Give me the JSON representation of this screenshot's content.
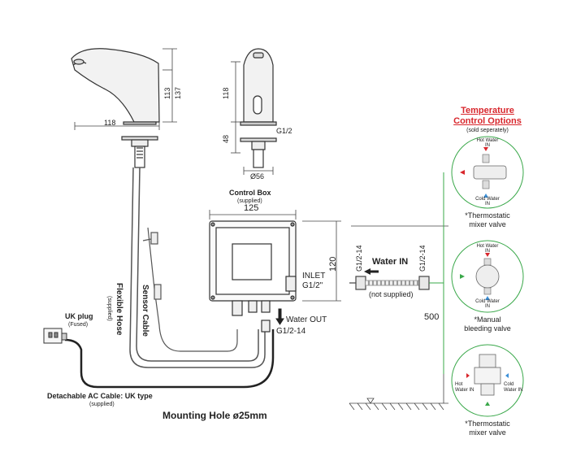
{
  "faucet": {
    "width_dim": "118",
    "height_dim_a": "113",
    "height_dim_b": "137",
    "side_dim_a": "118",
    "side_dim_b": "48",
    "thread": "G1/2",
    "diameter": "Ø56"
  },
  "control_box": {
    "title": "Control Box",
    "subtitle": "(supplied)",
    "width_dim": "125",
    "height_dim": "120",
    "inlet_line1": "INLET",
    "inlet_line2": "G1/2\"",
    "water_out": "Water OUT",
    "water_out_thread": "G1/2-14"
  },
  "water_in": {
    "label": "Water IN",
    "note": "(not supplied)",
    "thread_left": "G1/2-14",
    "thread_right": "G1/2-14",
    "height_dim": "500"
  },
  "cables": {
    "flexible_hose": "Flexible Hose",
    "flexible_hose_note": "(supplied)",
    "sensor_cable": "Sensor Cable",
    "uk_plug": "UK plug",
    "uk_plug_note": "(Fused)",
    "ac_cable": "Detachable AC Cable: UK type",
    "ac_cable_note": "(supplied)",
    "mounting_hole": "Mounting Hole ø25mm"
  },
  "temperature": {
    "title_line1": "Temperature",
    "title_line2": "Control Options",
    "note": "(sold seperately)",
    "options": [
      {
        "caption_line1": "*Thermostatic",
        "caption_line2": "mixer valve",
        "top": "Hot Water",
        "top2": "IN",
        "bottom": "Cold Water",
        "bottom2": "IN"
      },
      {
        "caption_line1": "*Manual",
        "caption_line2": "bleeding valve",
        "top": "Hot Water",
        "top2": "IN",
        "bottom": "Cold Water",
        "bottom2": "IN"
      },
      {
        "caption_line1": "*Thermostatic",
        "caption_line2": "mixer valve",
        "left": "Hot Water IN",
        "right": "Cold Water IN"
      }
    ]
  },
  "colors": {
    "line": "#333333",
    "accent_red": "#d8262c",
    "accent_green": "#3aa84a",
    "accent_blue": "#3a8fd8"
  }
}
